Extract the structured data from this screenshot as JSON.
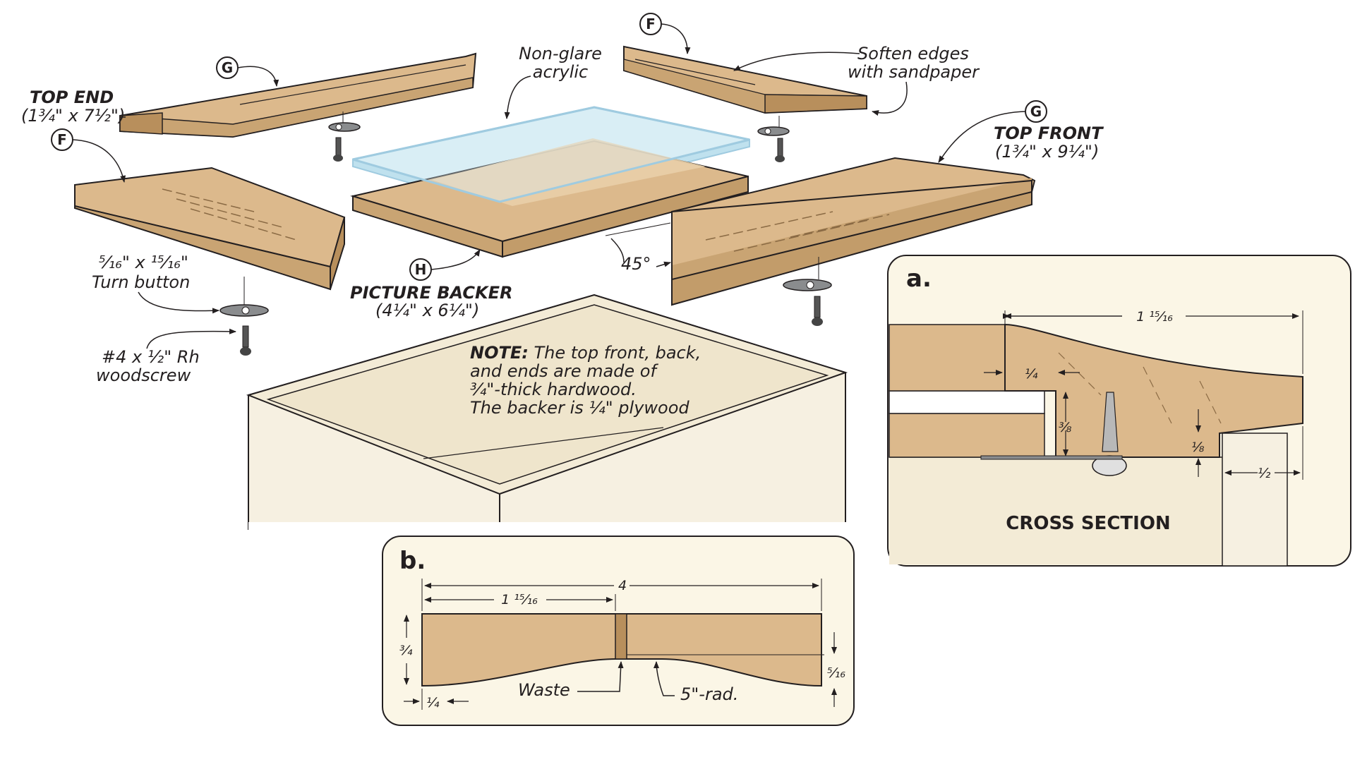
{
  "colors": {
    "wood": "#dcb98c",
    "wood_dark": "#c9a473",
    "wood_edge": "#b88f5c",
    "case": "#f6f0e1",
    "panel_bg": "#fbf6e6",
    "acrylic": "#d9eef5",
    "acrylic_edge": "#9fcbe0",
    "line": "#231f20"
  },
  "callouts": {
    "g": "G",
    "f": "F",
    "h": "H"
  },
  "parts": {
    "top_end": {
      "name": "TOP END",
      "size": "(1¾\" x 7½\")"
    },
    "top_front": {
      "name": "TOP FRONT",
      "size": "(1¾\" x 9¼\")"
    },
    "picture_backer": {
      "name": "PICTURE BACKER",
      "size": "(4¼\" x 6¼\")"
    }
  },
  "labels": {
    "acrylic_1": "Non-glare",
    "acrylic_2": "acrylic",
    "soften_1": "Soften edges",
    "soften_2": "with sandpaper",
    "turn_button_1": "⁵⁄₁₆\" x ¹⁵⁄₁₆\"",
    "turn_button_2": "Turn button",
    "screw_1": "#4 x ½\" Rh",
    "screw_2": "woodscrew",
    "angle": "45°"
  },
  "note": {
    "lead": "NOTE:",
    "line1": "The top front, back,",
    "line2": "and ends are made of",
    "line3": "¾\"-thick hardwood.",
    "line4": "The backer is ¼\" plywood"
  },
  "detail_a": {
    "letter": "a.",
    "caption": "CROSS SECTION",
    "dim_width": "1 ¹⁵⁄₁₆",
    "dim_quarter": "¼",
    "dim_three_eighths": "⅜",
    "dim_eighth": "⅛",
    "dim_half": "½"
  },
  "detail_b": {
    "letter": "b.",
    "dim_total": "4",
    "dim_part": "1 ¹⁵⁄₁₆",
    "dim_height": "¾",
    "dim_end": "⁵⁄₁₆",
    "dim_quarter": "¼",
    "waste": "Waste",
    "radius": "5\"-rad."
  }
}
